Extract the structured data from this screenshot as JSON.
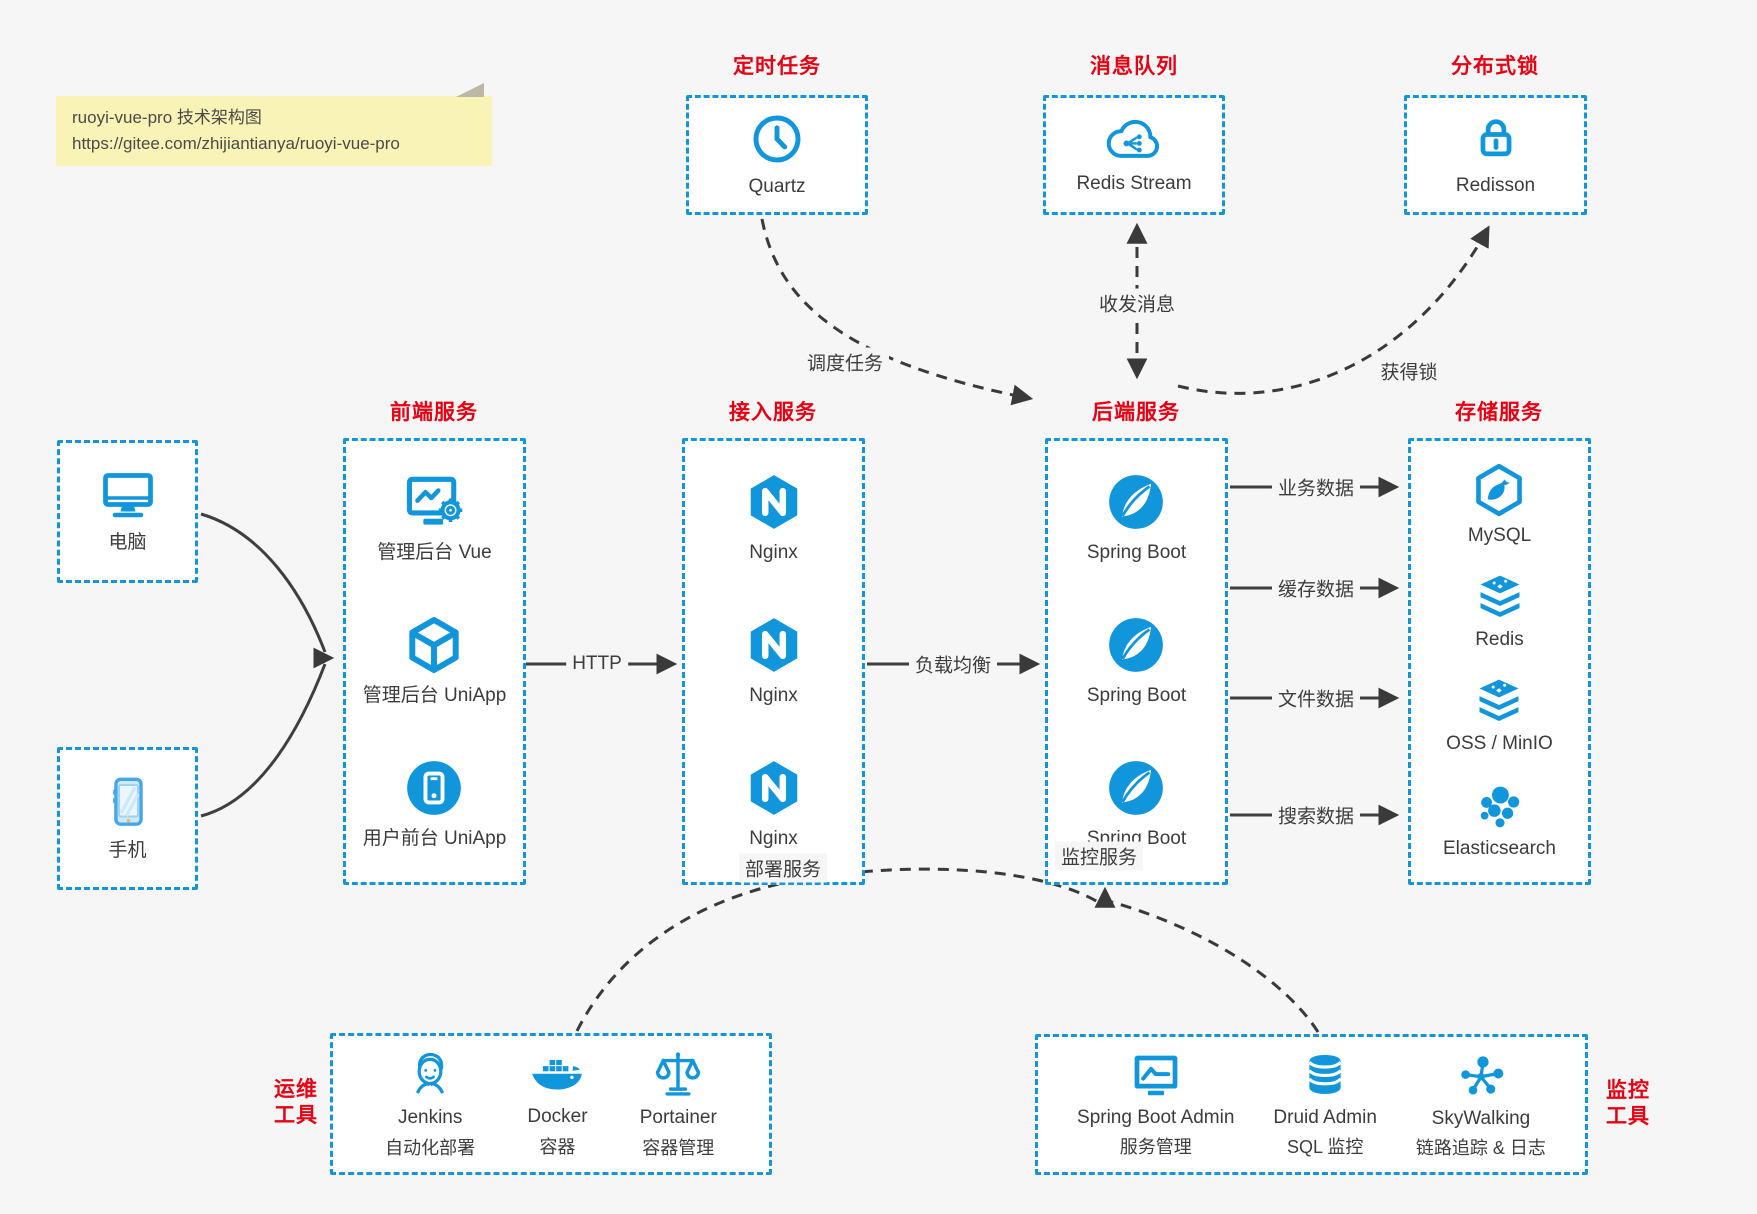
{
  "note": {
    "title": "ruoyi-vue-pro 技术架构图",
    "url": "https://gitee.com/zhijiantianya/ruoyi-vue-pro"
  },
  "top_groups": [
    {
      "title": "定时任务",
      "item": {
        "label": "Quartz",
        "icon": "clock-icon"
      }
    },
    {
      "title": "消息队列",
      "item": {
        "label": "Redis Stream",
        "icon": "cloud-stream-icon"
      }
    },
    {
      "title": "分布式锁",
      "item": {
        "label": "Redisson",
        "icon": "lock-icon"
      }
    }
  ],
  "clients": [
    {
      "label": "电脑",
      "icon": "desktop-icon"
    },
    {
      "label": "手机",
      "icon": "smartphone-icon"
    }
  ],
  "columns": [
    {
      "title": "前端服务",
      "items": [
        {
          "label": "管理后台 Vue",
          "icon": "admin-vue-icon"
        },
        {
          "label": "管理后台 UniApp",
          "icon": "uniapp-cube-icon"
        },
        {
          "label": "用户前台 UniApp",
          "icon": "mobile-app-icon"
        }
      ]
    },
    {
      "title": "接入服务",
      "items": [
        {
          "label": "Nginx",
          "icon": "nginx-icon"
        },
        {
          "label": "Nginx",
          "icon": "nginx-icon"
        },
        {
          "label": "Nginx",
          "icon": "nginx-icon"
        }
      ]
    },
    {
      "title": "后端服务",
      "items": [
        {
          "label": "Spring Boot",
          "icon": "spring-boot-icon"
        },
        {
          "label": "Spring Boot",
          "icon": "spring-boot-icon"
        },
        {
          "label": "Spring Boot",
          "icon": "spring-boot-icon"
        }
      ]
    },
    {
      "title": "存储服务",
      "items": [
        {
          "label": "MySQL",
          "icon": "mysql-icon"
        },
        {
          "label": "Redis",
          "icon": "redis-stack-icon"
        },
        {
          "label": "OSS / MinIO",
          "icon": "oss-minio-icon"
        },
        {
          "label": "Elasticsearch",
          "icon": "elasticsearch-icon"
        }
      ]
    }
  ],
  "bottom_groups": [
    {
      "side_label_line1": "运维",
      "side_label_line2": "工具",
      "items": [
        {
          "label": "Jenkins",
          "sublabel": "自动化部署",
          "icon": "jenkins-icon"
        },
        {
          "label": "Docker",
          "sublabel": "容器",
          "icon": "docker-icon"
        },
        {
          "label": "Portainer",
          "sublabel": "容器管理",
          "icon": "portainer-icon"
        }
      ]
    },
    {
      "side_label_line1": "监控",
      "side_label_line2": "工具",
      "items": [
        {
          "label": "Spring Boot Admin",
          "sublabel": "服务管理",
          "icon": "spring-boot-admin-icon"
        },
        {
          "label": "Druid Admin",
          "sublabel": "SQL 监控",
          "icon": "druid-icon"
        },
        {
          "label": "SkyWalking",
          "sublabel": "链路追踪 & 日志",
          "icon": "skywalking-icon"
        }
      ]
    }
  ],
  "edge_labels": {
    "http": "HTTP",
    "load_balance": "负载均衡",
    "schedule": "调度任务",
    "message": "收发消息",
    "lock": "获得锁",
    "business_data": "业务数据",
    "cache_data": "缓存数据",
    "file_data": "文件数据",
    "search_data": "搜索数据",
    "deploy": "部署服务",
    "monitor": "监控服务"
  },
  "colors": {
    "accent": "#1296db",
    "title_red": "#e60113",
    "text": "#3c3c3c",
    "arrow": "#3f3f3f",
    "note_bg": "#faf3b6",
    "canvas_bg": "#f6f6f7"
  }
}
